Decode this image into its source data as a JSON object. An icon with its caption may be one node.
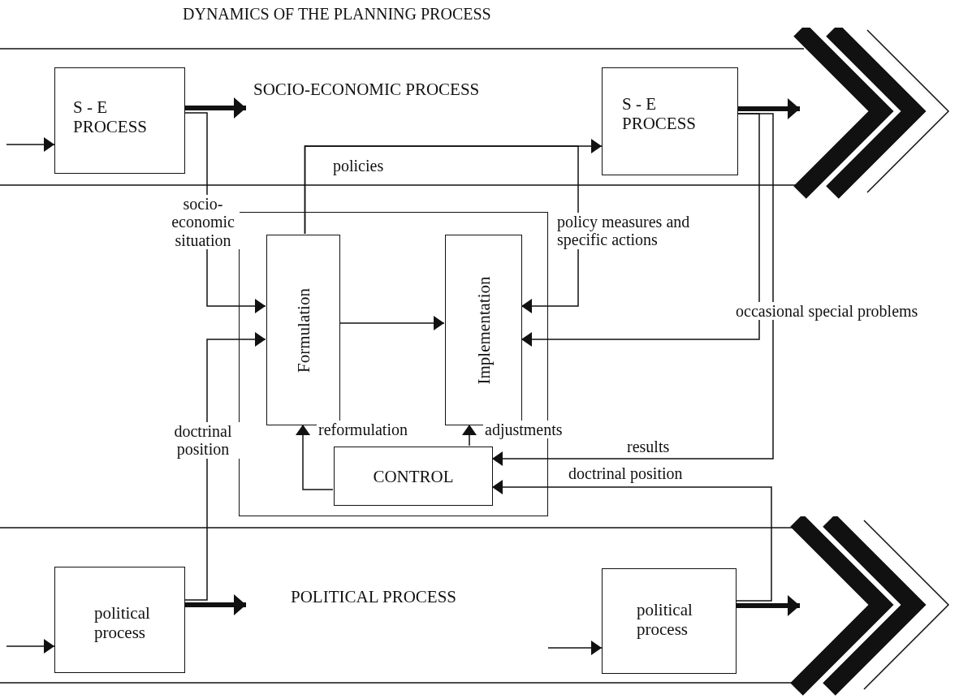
{
  "diagram": {
    "title": "DYNAMICS OF THE PLANNING PROCESS",
    "nodes": [
      {
        "text": [
          "SOCIO-ECONOMIC PROCESS"
        ]
      },
      {
        "text": [
          "S - E PROCESS"
        ],
        "in": 0
      },
      {
        "text": [
          "S - E PROCESS"
        ],
        "in": 0
      },
      {
        "text": [],
        "shape": "box"
      },
      {
        "text": [
          "Formulation"
        ],
        "in": 3
      },
      {
        "text": [
          "Implementation"
        ],
        "in": 3
      },
      {
        "text": [
          "CONTROL"
        ],
        "in": 3
      },
      {
        "text": [
          "POLITICAL PROCESS"
        ]
      },
      {
        "text": [
          "political process"
        ],
        "in": 7
      },
      {
        "text": [
          "political process"
        ],
        "in": 7
      }
    ],
    "edges": [
      {
        "from": null,
        "to": 1,
        "arrow": "to"
      },
      {
        "from": 1,
        "to": null,
        "arrow": "to",
        "style": "thick"
      },
      {
        "from": 1,
        "to": 4,
        "arrow": "to",
        "label": "socio-economic situation"
      },
      {
        "from": 4,
        "to": 2,
        "arrow": "to",
        "label": "policies"
      },
      {
        "from": 4,
        "to": 5,
        "arrow": "to",
        "label": "policy measures and specific actions"
      },
      {
        "from": 4,
        "to": 5,
        "arrow": "to"
      },
      {
        "from": 2,
        "to": 5,
        "arrow": "to",
        "label": "occasional special problems"
      },
      {
        "from": 2,
        "to": 6,
        "arrow": "to",
        "label": "results"
      },
      {
        "from": 2,
        "to": null,
        "arrow": "to",
        "style": "thick"
      },
      {
        "from": 6,
        "to": 4,
        "arrow": "to",
        "label": "reformulation"
      },
      {
        "from": 6,
        "to": 5,
        "arrow": "to",
        "label": "adjustments"
      },
      {
        "from": 8,
        "to": 4,
        "arrow": "to",
        "label": "doctrinal position"
      },
      {
        "from": null,
        "to": 8,
        "arrow": "to"
      },
      {
        "from": 8,
        "to": null,
        "arrow": "to",
        "style": "thick"
      },
      {
        "from": 9,
        "to": 6,
        "arrow": "to",
        "label": "doctrinal position"
      },
      {
        "from": null,
        "to": 9,
        "arrow": "to"
      },
      {
        "from": 9,
        "to": null,
        "arrow": "to",
        "style": "thick"
      }
    ]
  }
}
